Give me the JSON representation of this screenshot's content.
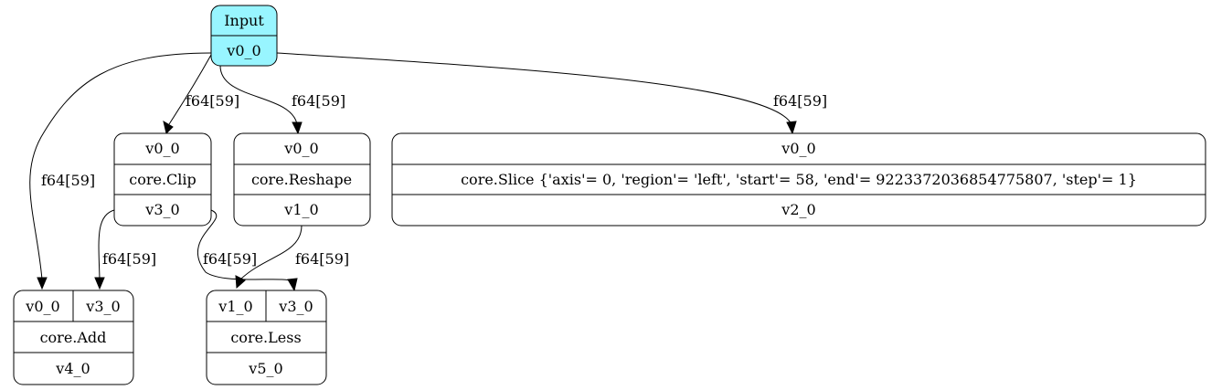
{
  "nodes": {
    "input": {
      "title": "Input",
      "out": "v0_0"
    },
    "clip": {
      "in": "v0_0",
      "op": "core.Clip",
      "out": "v3_0"
    },
    "reshape": {
      "in": "v0_0",
      "op": "core.Reshape",
      "out": "v1_0"
    },
    "slice": {
      "in": "v0_0",
      "op": "core.Slice {'axis'= 0, 'region'= 'left', 'start'= 58, 'end'= 9223372036854775807, 'step'= 1}",
      "out": "v2_0"
    },
    "add": {
      "in_a": "v0_0",
      "in_b": "v3_0",
      "op": "core.Add",
      "out": "v4_0"
    },
    "less": {
      "in_a": "v1_0",
      "in_b": "v3_0",
      "op": "core.Less",
      "out": "v5_0"
    }
  },
  "edges": {
    "input_clip": "f64[59]",
    "input_reshape": "f64[59]",
    "input_slice": "f64[59]",
    "input_add": "f64[59]",
    "clip_add": "f64[59]",
    "clip_less": "f64[59]",
    "reshape_less": "f64[59]"
  },
  "colors": {
    "input_fill": "#98f5ff",
    "stroke": "#000000",
    "background": "#ffffff"
  }
}
